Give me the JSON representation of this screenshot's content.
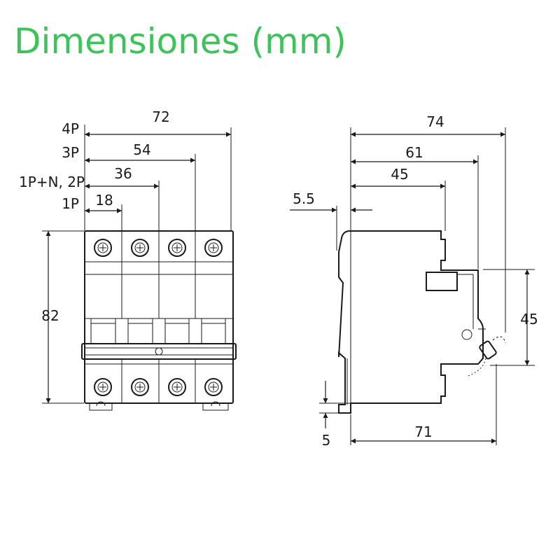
{
  "title": "Dimensiones (mm)",
  "colors": {
    "title": "#3cc35a",
    "line": "#1a1a1a",
    "background": "#ffffff"
  },
  "front_view": {
    "pole_labels": {
      "four_pole": "4P",
      "three_pole": "3P",
      "one_pole_n_two_pole": "1P+N, 2P",
      "one_pole": "1P"
    },
    "dimensions": {
      "width_4p": "72",
      "width_3p": "54",
      "width_2p": "36",
      "width_1p": "18",
      "height": "82"
    }
  },
  "side_view": {
    "dimensions": {
      "depth_total": "74",
      "depth_61": "61",
      "depth_45": "45",
      "offset": "5.5",
      "height_45": "45",
      "rail_offset": "5",
      "depth_71": "71"
    }
  }
}
